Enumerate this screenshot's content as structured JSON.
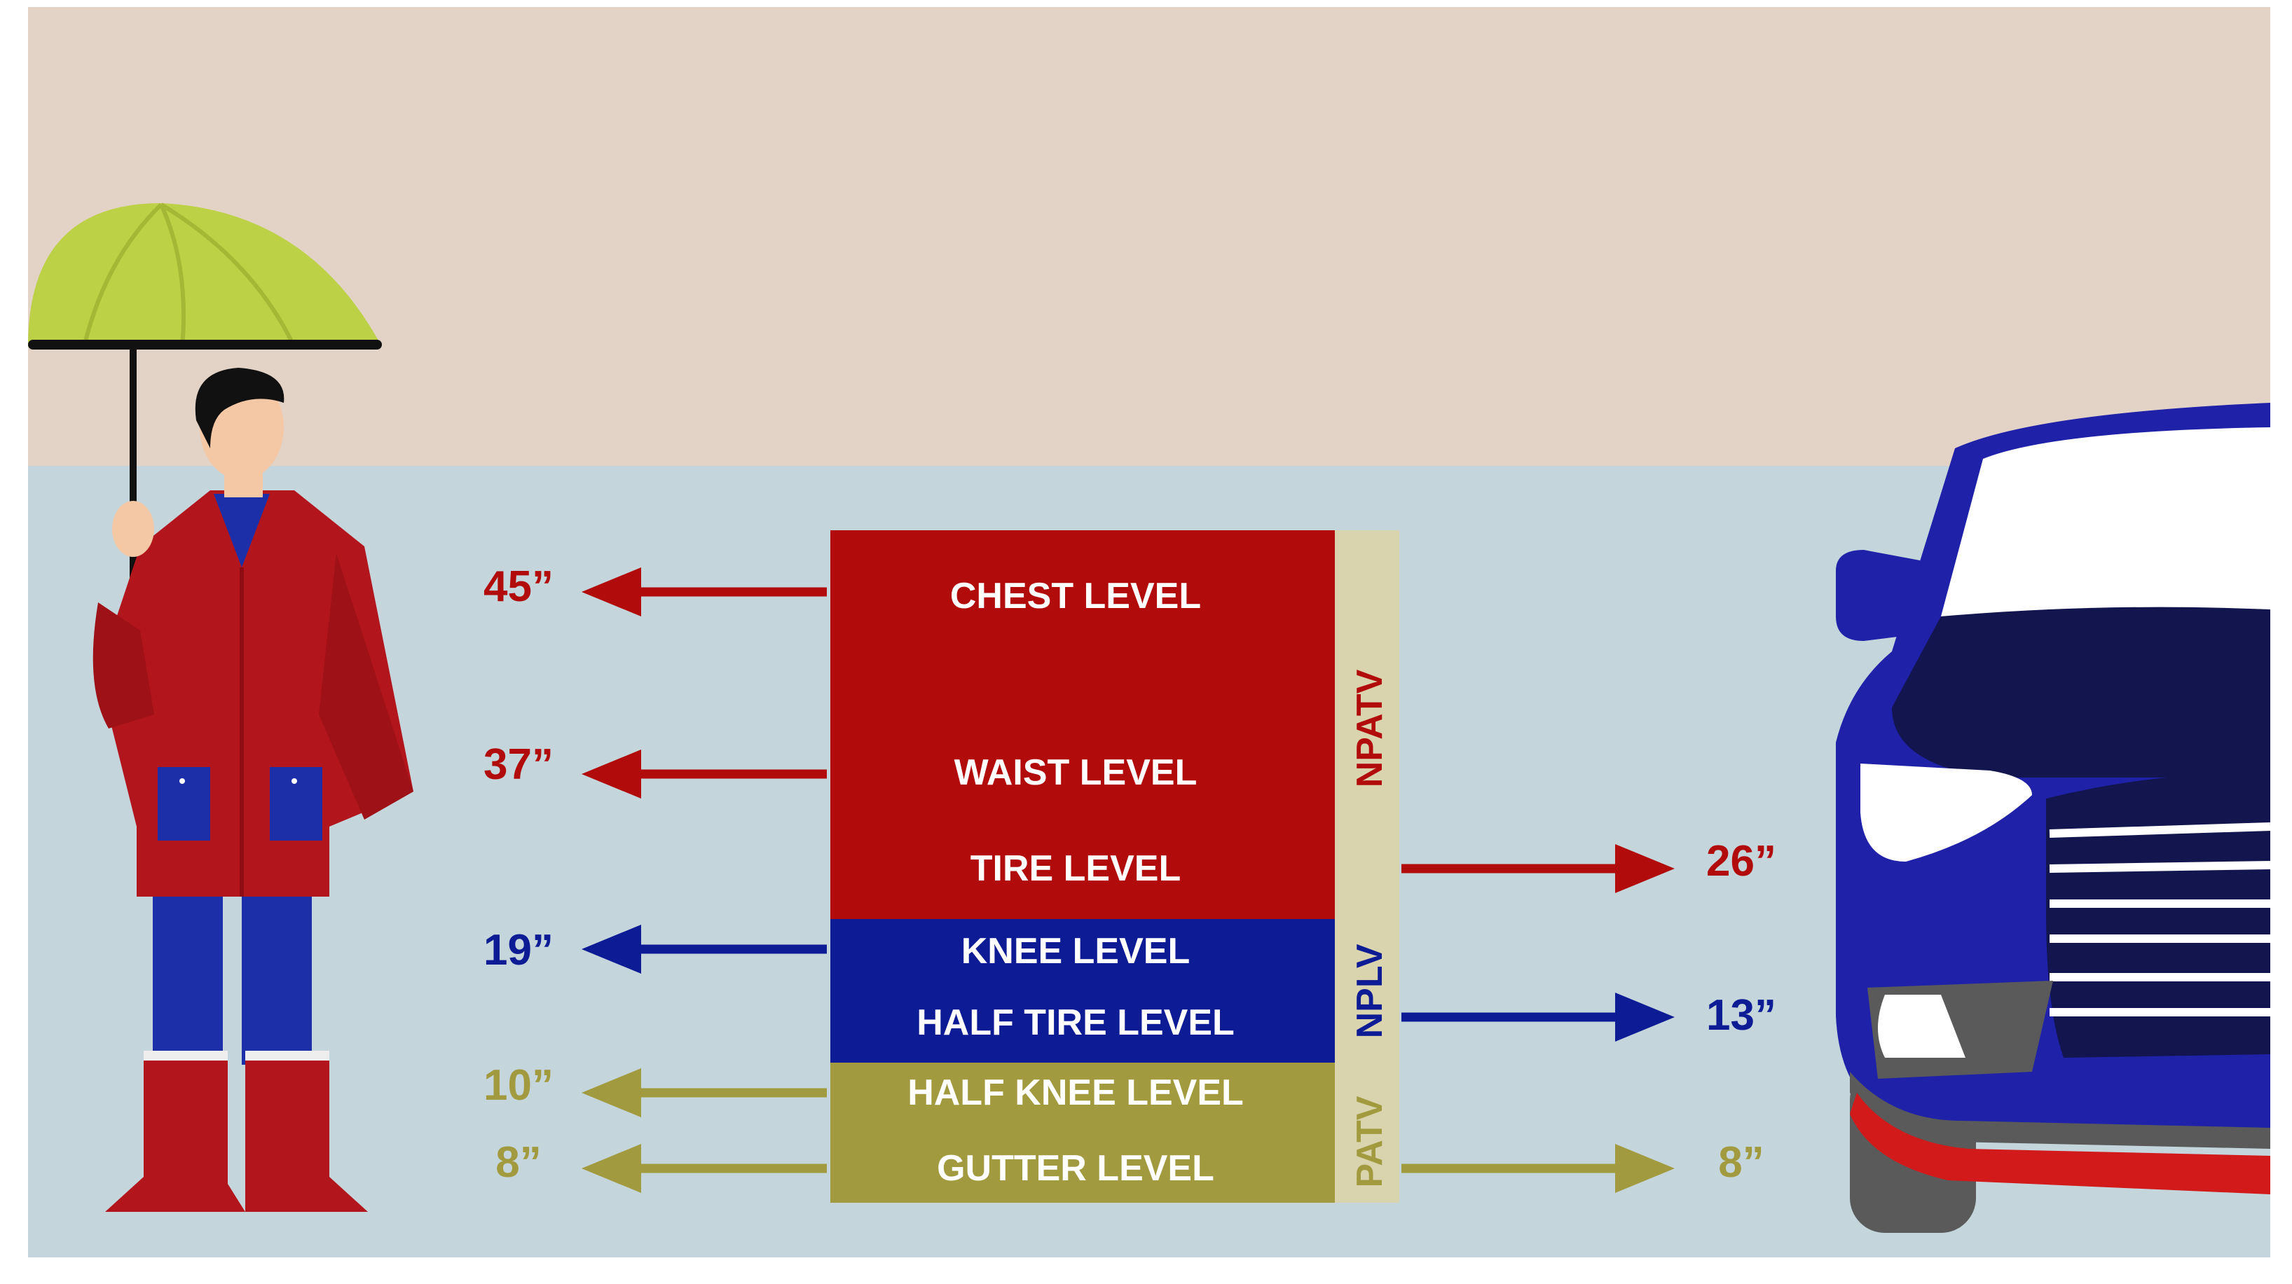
{
  "levels": [
    {
      "label": "CHEST LEVEL",
      "color": "#b10b0b"
    },
    {
      "label": "WAIST LEVEL",
      "color": "#b10b0b"
    },
    {
      "label": "TIRE LEVEL",
      "color": "#b10b0b"
    },
    {
      "label": "KNEE LEVEL",
      "color": "#0d1b95"
    },
    {
      "label": "HALF TIRE LEVEL",
      "color": "#0d1b95"
    },
    {
      "label": "HALF KNEE LEVEL",
      "color": "#a29a3e"
    },
    {
      "label": "GUTTER LEVEL",
      "color": "#a29a3e"
    }
  ],
  "side_labels": [
    {
      "label": "NPATV",
      "color": "#b10b0b"
    },
    {
      "label": "NPLV",
      "color": "#0d1b95"
    },
    {
      "label": "PATV",
      "color": "#a29a3e"
    }
  ],
  "person_depths": [
    {
      "value": "45”",
      "color": "#b10b0b"
    },
    {
      "value": "37”",
      "color": "#b10b0b"
    },
    {
      "value": "19”",
      "color": "#0d1b95"
    },
    {
      "value": "10”",
      "color": "#a29a3e"
    },
    {
      "value": "8”",
      "color": "#a29a3e"
    }
  ],
  "vehicle_depths": [
    {
      "value": "26”",
      "color": "#b10b0b"
    },
    {
      "value": "13”",
      "color": "#0d1b95"
    },
    {
      "value": "8”",
      "color": "#a29a3e"
    }
  ],
  "colors": {
    "sky": "#e3d3c7",
    "water": "#c4d5db",
    "npatv": "#b10b0b",
    "nplv": "#0d1b95",
    "patv": "#a29a3e",
    "side_bar": "#d9d3ae",
    "umbrella": "#bcd145",
    "car_body": "#1f21a8",
    "car_hood": "#12154e"
  },
  "icons": [
    "person-with-umbrella-icon",
    "car-front-icon",
    "arrow-left-icon",
    "arrow-right-icon"
  ]
}
